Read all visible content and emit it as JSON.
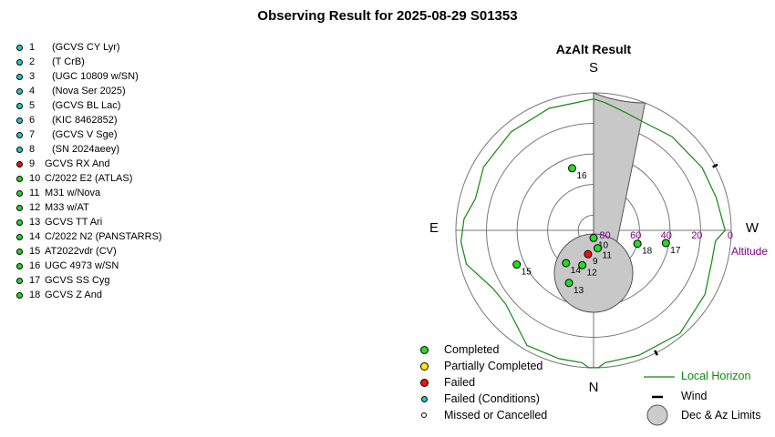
{
  "header": {
    "title": "Observing Result for 2025-08-29 S01353"
  },
  "targets": [
    {
      "num": "1",
      "name": "(GCVS CY Lyr)",
      "status": "failed_conditions"
    },
    {
      "num": "2",
      "name": "(T CrB)",
      "status": "failed_conditions"
    },
    {
      "num": "3",
      "name": "(UGC 10809 w/SN)",
      "status": "failed_conditions"
    },
    {
      "num": "4",
      "name": "(Nova Ser 2025)",
      "status": "failed_conditions"
    },
    {
      "num": "5",
      "name": "(GCVS BL Lac)",
      "status": "failed_conditions"
    },
    {
      "num": "6",
      "name": "(KIC 8462852)",
      "status": "failed_conditions"
    },
    {
      "num": "7",
      "name": "(GCVS V Sge)",
      "status": "failed_conditions"
    },
    {
      "num": "8",
      "name": "(SN 2024aeey)",
      "status": "failed_conditions"
    },
    {
      "num": "9",
      "name": "GCVS RX And",
      "status": "failed"
    },
    {
      "num": "10",
      "name": "C/2022 E2 (ATLAS)",
      "status": "completed"
    },
    {
      "num": "11",
      "name": "M31 w/Nova",
      "status": "completed"
    },
    {
      "num": "12",
      "name": "M33 w/AT",
      "status": "completed"
    },
    {
      "num": "13",
      "name": "GCVS TT Ari",
      "status": "completed"
    },
    {
      "num": "14",
      "name": "C/2022 N2 (PANSTARRS)",
      "status": "completed"
    },
    {
      "num": "15",
      "name": "AT2022vdr (CV)",
      "status": "completed"
    },
    {
      "num": "16",
      "name": "UGC 4973 w/SN",
      "status": "completed"
    },
    {
      "num": "17",
      "name": "GCVS SS Cyg",
      "status": "completed"
    },
    {
      "num": "18",
      "name": "GCVS Z And",
      "status": "completed"
    }
  ],
  "status_colors": {
    "completed": "#22dd22",
    "partially_completed": "#ffee00",
    "failed": "#ee1111",
    "failed_conditions": "#22cccc",
    "missed_or_cancelled": "#ffffff"
  },
  "chart_data": {
    "type": "scatter",
    "projection": "polar-azimuth-altitude",
    "title": "AzAlt Result",
    "compass": {
      "top": "S",
      "bottom": "N",
      "left": "E",
      "right": "W"
    },
    "radial_axis_label": "Altitude",
    "radial_ticks": [
      "80",
      "60",
      "40",
      "20",
      "0"
    ],
    "radial_tick_values": [
      80,
      60,
      40,
      20,
      0
    ],
    "altitude_range": [
      0,
      90
    ],
    "points": [
      {
        "label": "9",
        "az": 167,
        "alt": 74,
        "status": "failed"
      },
      {
        "label": "10",
        "az": 180,
        "alt": 85,
        "status": "completed"
      },
      {
        "label": "11",
        "az": 193,
        "alt": 78,
        "status": "completed"
      },
      {
        "label": "12",
        "az": 162,
        "alt": 66,
        "status": "completed"
      },
      {
        "label": "13",
        "az": 155,
        "alt": 52,
        "status": "completed"
      },
      {
        "label": "14",
        "az": 140,
        "alt": 62,
        "status": "completed"
      },
      {
        "label": "15",
        "az": 114,
        "alt": 35,
        "status": "completed"
      },
      {
        "label": "16",
        "az": 19,
        "alt": 47,
        "status": "completed"
      },
      {
        "label": "17",
        "az": 260,
        "alt": 42,
        "status": "completed"
      },
      {
        "label": "18",
        "az": 253,
        "alt": 60,
        "status": "completed"
      }
    ],
    "wind_az_deg": [
      207,
      298
    ],
    "local_horizon_color": "#118811",
    "axis_color": "#800080"
  },
  "legend": {
    "completed": "Completed",
    "partial": "Partially Completed",
    "failed": "Failed",
    "failed_conditions": "Failed (Conditions)",
    "missed": "Missed or Cancelled",
    "local_horizon": "Local Horizon",
    "wind": "Wind",
    "limits": "Dec & Az Limits"
  }
}
